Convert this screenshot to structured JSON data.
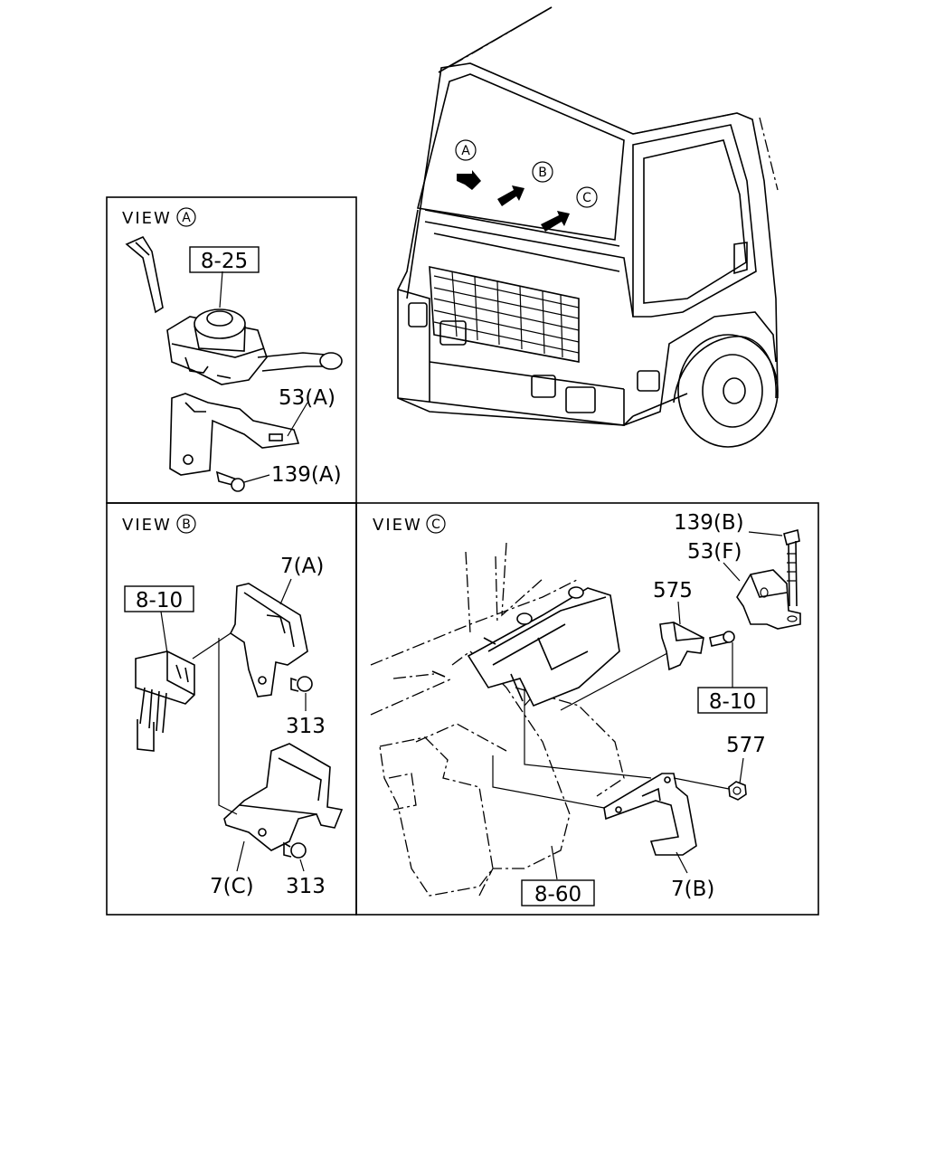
{
  "views": {
    "a": {
      "title": "VIEW",
      "marker": "A"
    },
    "b": {
      "title": "VIEW",
      "marker": "B"
    },
    "c": {
      "title": "VIEW",
      "marker": "C"
    }
  },
  "truck": {
    "markers": [
      "A",
      "B",
      "C"
    ]
  },
  "labels": {
    "p8_25": "8-25",
    "p53a": "53(A)",
    "p139a": "139(A)",
    "p8_10b": "8-10",
    "p7a": "7(A)",
    "p313_top": "313",
    "p313_bottom": "313",
    "p7c": "7(C)",
    "p139b": "139(B)",
    "p53f": "53(F)",
    "p575": "575",
    "p8_10c": "8-10",
    "p577": "577",
    "p8_60": "8-60",
    "p7b": "7(B)"
  }
}
